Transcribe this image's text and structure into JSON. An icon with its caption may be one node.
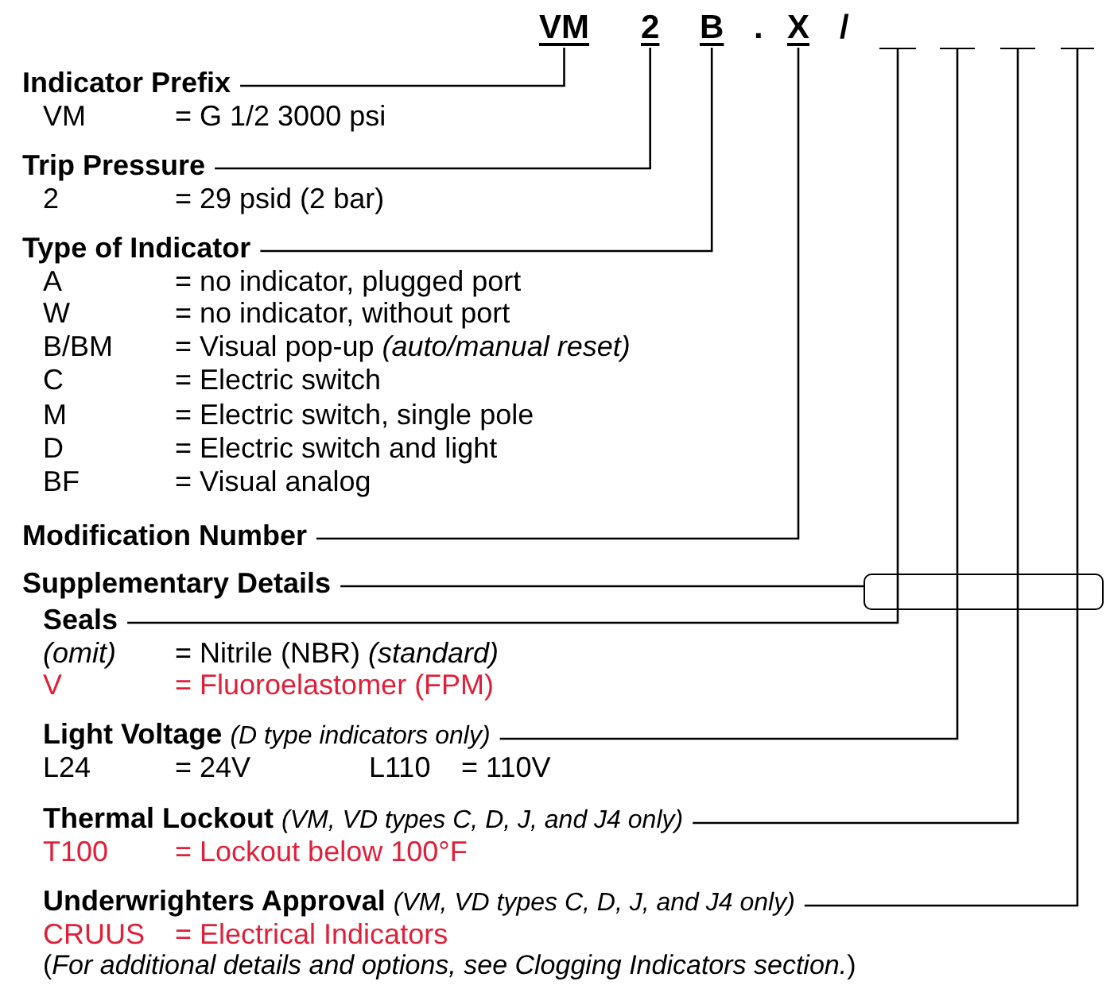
{
  "diagram": {
    "nodes": [
      {
        "text": [
          "VM"
        ]
      },
      {
        "text": [
          "2"
        ]
      },
      {
        "text": [
          "B"
        ]
      },
      {
        "text": [
          "X"
        ]
      },
      {
        "text": [],
        "shape": "bar"
      },
      {
        "text": [],
        "shape": "bar"
      },
      {
        "text": [],
        "shape": "bar"
      },
      {
        "text": [],
        "shape": "bar"
      },
      {
        "text": [],
        "shape": "box"
      },
      {
        "text": [
          "Indicator Prefix"
        ]
      },
      {
        "text": [
          "Trip Pressure"
        ]
      },
      {
        "text": [
          "Type of Indicator"
        ]
      },
      {
        "text": [
          "Modification Number"
        ]
      },
      {
        "text": [
          "Supplementary Details"
        ]
      },
      {
        "text": [
          "Seals"
        ]
      },
      {
        "text": [
          "Light Voltage",
          "(D type indicators only)"
        ]
      },
      {
        "text": [
          "Thermal Lockout",
          "(VM, VD types C, D, J, and J4 only)"
        ]
      },
      {
        "text": [
          "Underwrighters Approval",
          "(VM, VD types C, D, J, and J4 only)"
        ]
      }
    ],
    "edges": [
      {
        "from": 9,
        "to": 0,
        "arrow": "none"
      },
      {
        "from": 10,
        "to": 1,
        "arrow": "none"
      },
      {
        "from": 11,
        "to": 2,
        "arrow": "none"
      },
      {
        "from": 12,
        "to": 3,
        "arrow": "none"
      },
      {
        "from": 13,
        "to": 8,
        "arrow": "none"
      },
      {
        "from": 14,
        "to": 4,
        "arrow": "none"
      },
      {
        "from": 15,
        "to": 5,
        "arrow": "none"
      },
      {
        "from": 16,
        "to": 6,
        "arrow": "none"
      },
      {
        "from": 17,
        "to": 7,
        "arrow": "none"
      }
    ],
    "labels": [
      ".",
      "/",
      "VM",
      "= G 1/2 3000 psi",
      "2",
      "= 29 psid (2 bar)",
      "A",
      "= no indicator, plugged port",
      "W",
      "= no indicator, without port",
      "B/BM",
      "= Visual pop-up *(auto/manual reset)*",
      "C",
      "= Electric switch",
      "M",
      "= Electric switch, single pole",
      "D",
      "= Electric switch and light",
      "BF",
      "= Visual analog",
      "(omit)",
      "= Nitrile (NBR) *(standard)*",
      "V",
      "= Fluoroelastomer (FPM)",
      "L24",
      "= 24V",
      "L110",
      "= 110V",
      "T100",
      "= Lockout below 100°F",
      "CRUUS",
      "= Electrical Indicators",
      "(*For additional details and options, see Clogging Indicators section.*)"
    ]
  }
}
